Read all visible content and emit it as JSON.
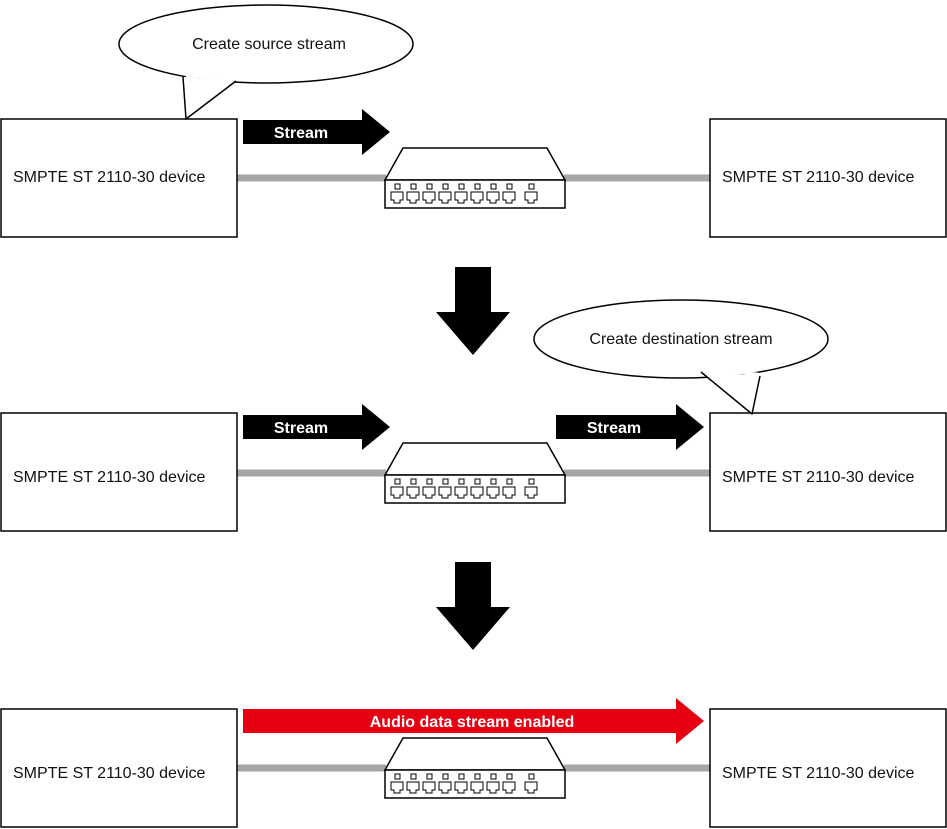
{
  "colors": {
    "cable": "#a6a6a6",
    "arrow": "#000000",
    "enabled_arrow": "#e60012",
    "border": "#000000"
  },
  "stages": [
    {
      "left_device": "SMPTE ST 2110-30 device",
      "right_device": "SMPTE ST 2110-30 device",
      "bubble": "Create source stream",
      "arrows": [
        "Stream"
      ]
    },
    {
      "left_device": "SMPTE ST 2110-30 device",
      "right_device": "SMPTE ST 2110-30 device",
      "bubble": "Create destination stream",
      "arrows": [
        "Stream",
        "Stream"
      ]
    },
    {
      "left_device": "SMPTE ST 2110-30 device",
      "right_device": "SMPTE ST 2110-30 device",
      "enabled_label": "Audio data stream enabled"
    }
  ],
  "icons": {
    "switch": "network-switch-icon",
    "step": "down-arrow-icon"
  }
}
